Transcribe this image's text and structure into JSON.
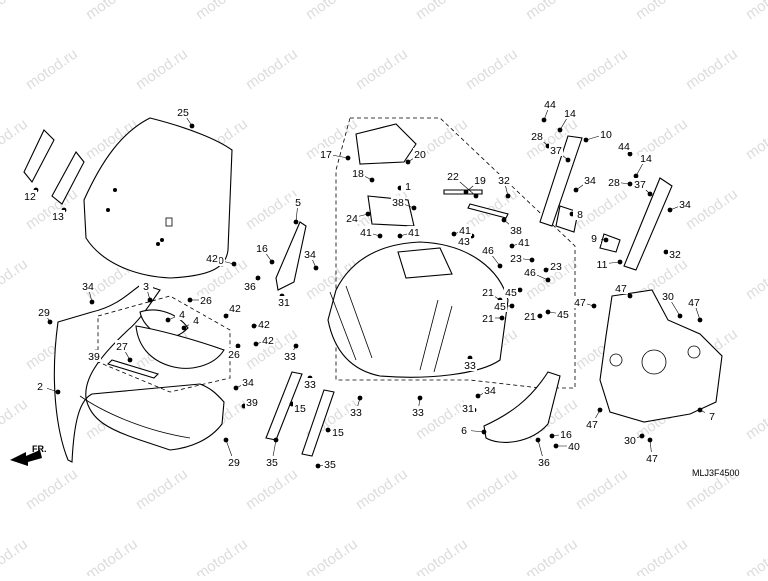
{
  "diagram": {
    "watermark_text": "motod.ru",
    "diagram_code": "MLJ3F4500",
    "front_label": "FR.",
    "callouts": [
      "1",
      "2",
      "3",
      "4",
      "4",
      "5",
      "6",
      "7",
      "8",
      "9",
      "10",
      "11",
      "12",
      "13",
      "14",
      "14",
      "15",
      "15",
      "16",
      "16",
      "17",
      "18",
      "19",
      "20",
      "21",
      "21",
      "21",
      "22",
      "23",
      "23",
      "24",
      "25",
      "26",
      "26",
      "27",
      "28",
      "28",
      "29",
      "29",
      "30",
      "30",
      "31",
      "31",
      "32",
      "32",
      "33",
      "33",
      "33",
      "33",
      "33",
      "34",
      "34",
      "34",
      "34",
      "34",
      "34",
      "35",
      "35",
      "36",
      "36",
      "37",
      "37",
      "38",
      "38",
      "39",
      "39",
      "40",
      "40",
      "41",
      "41",
      "41",
      "41",
      "42",
      "42",
      "42",
      "42",
      "43",
      "44",
      "44",
      "45",
      "45",
      "45",
      "46",
      "46",
      "47",
      "47",
      "47",
      "47",
      "47"
    ]
  }
}
